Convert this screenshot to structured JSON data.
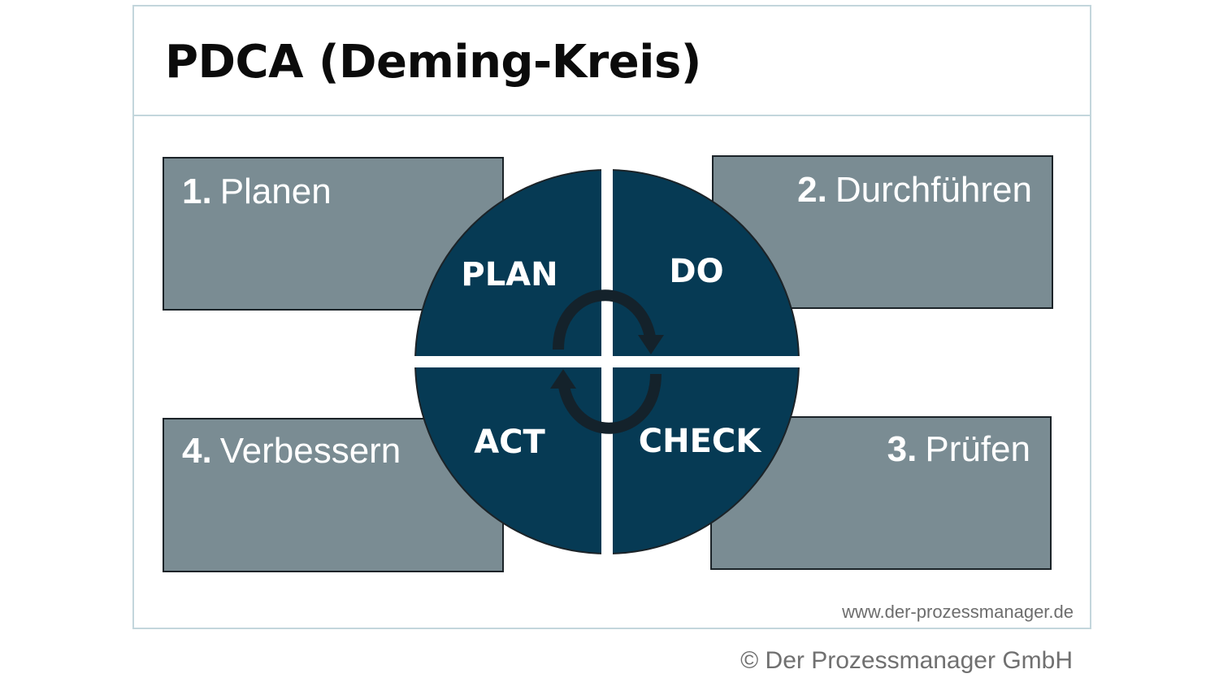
{
  "title": "PDCA (Deming-Kreis)",
  "steps": [
    {
      "number": "1.",
      "label": "Planen"
    },
    {
      "number": "2.",
      "label": "Durchführen"
    },
    {
      "number": "3.",
      "label": "Prüfen"
    },
    {
      "number": "4.",
      "label": "Verbessern"
    }
  ],
  "quadrants": {
    "plan": "PLAN",
    "do": "DO",
    "check": "CHECK",
    "act": "ACT"
  },
  "website": "www.der-prozessmanager.de",
  "copyright": "© Der Prozessmanager GmbH",
  "colors": {
    "box_fill": "#7a8c93",
    "circle_fill": "#063a54",
    "frame_border": "#c3d6dc"
  }
}
